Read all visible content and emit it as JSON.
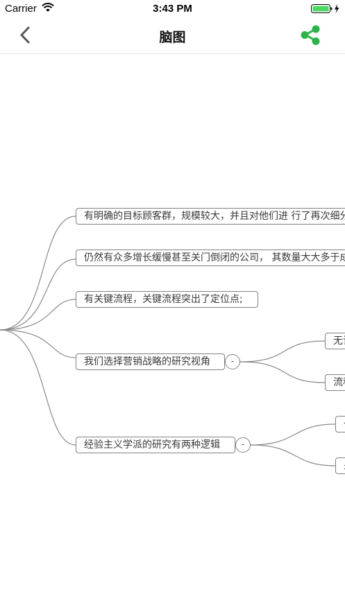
{
  "status_bar": {
    "carrier": "Carrier",
    "time": "3:43 PM"
  },
  "nav": {
    "title": "脑图",
    "accent_color": "#2db34a",
    "back_icon": "chevron-left-icon",
    "share_icon": "share-icon"
  },
  "mindmap": {
    "collapse_symbol": "-",
    "nodes": [
      {
        "text": "有明确的目标顾客群，规模较大，并且对他们进 行了再次细分"
      },
      {
        "text": "仍然有众多增长缓慢甚至关门倒闭的公司， 其数量大大多于成功的公司"
      },
      {
        "text": "有关键流程，关键流程突出了定位点;"
      },
      {
        "text": "我们选择营销战略的研究视角",
        "children": [
          "无论是营销战略",
          "流程视角"
        ]
      },
      {
        "text": "经验主义学派的研究有两种逻辑",
        "children": [
          "一种逻辑",
          "另一种逻辑"
        ]
      }
    ]
  }
}
